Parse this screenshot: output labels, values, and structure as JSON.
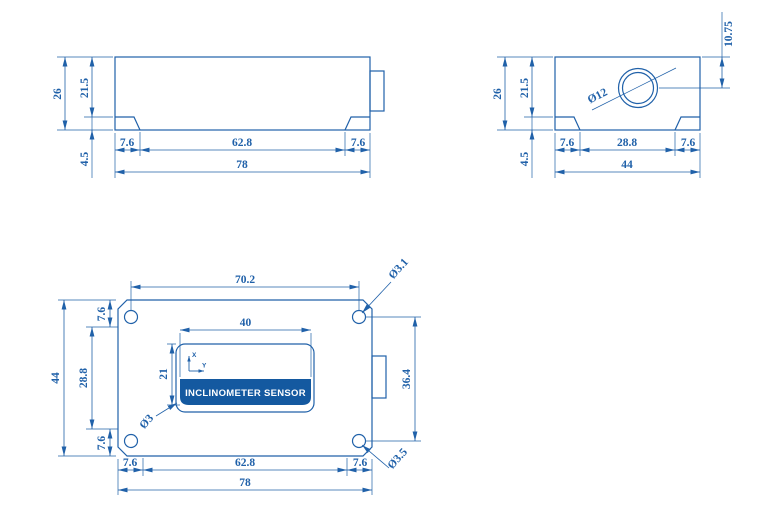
{
  "colors": {
    "line": "#2061a9",
    "banner": "#1459a0",
    "banner_text": "#ffffff"
  },
  "front_view": {
    "overall_height": "26",
    "body_height": "21.5",
    "foot_height": "4.5",
    "left_foot": "7.6",
    "inner_span": "62.8",
    "right_foot": "7.6",
    "overall_width": "78"
  },
  "side_view": {
    "overall_height": "26",
    "body_height": "21.5",
    "foot_height": "4.5",
    "left_foot": "7.6",
    "inner_span": "28.8",
    "right_foot": "7.6",
    "overall_width": "44",
    "boss_diameter": "Ø12",
    "boss_offset": "10.75"
  },
  "top_view": {
    "hole_span_x": "70.2",
    "label_width": "40",
    "label_height": "21",
    "top_margin": "7.6",
    "mid_span": "28.8",
    "bottom_margin": "7.6",
    "overall_height": "44",
    "hole_span_y": "36.4",
    "left_foot": "7.6",
    "inner_span": "62.8",
    "right_foot": "7.6",
    "overall_width": "78",
    "top_hole_diameter": "Ø3.1",
    "bottom_hole_diameter": "Ø3.5",
    "inner_diameter": "Ø3",
    "label": "INCLINOMETER SENSOR",
    "axis_x": "X",
    "axis_y": "Y"
  }
}
